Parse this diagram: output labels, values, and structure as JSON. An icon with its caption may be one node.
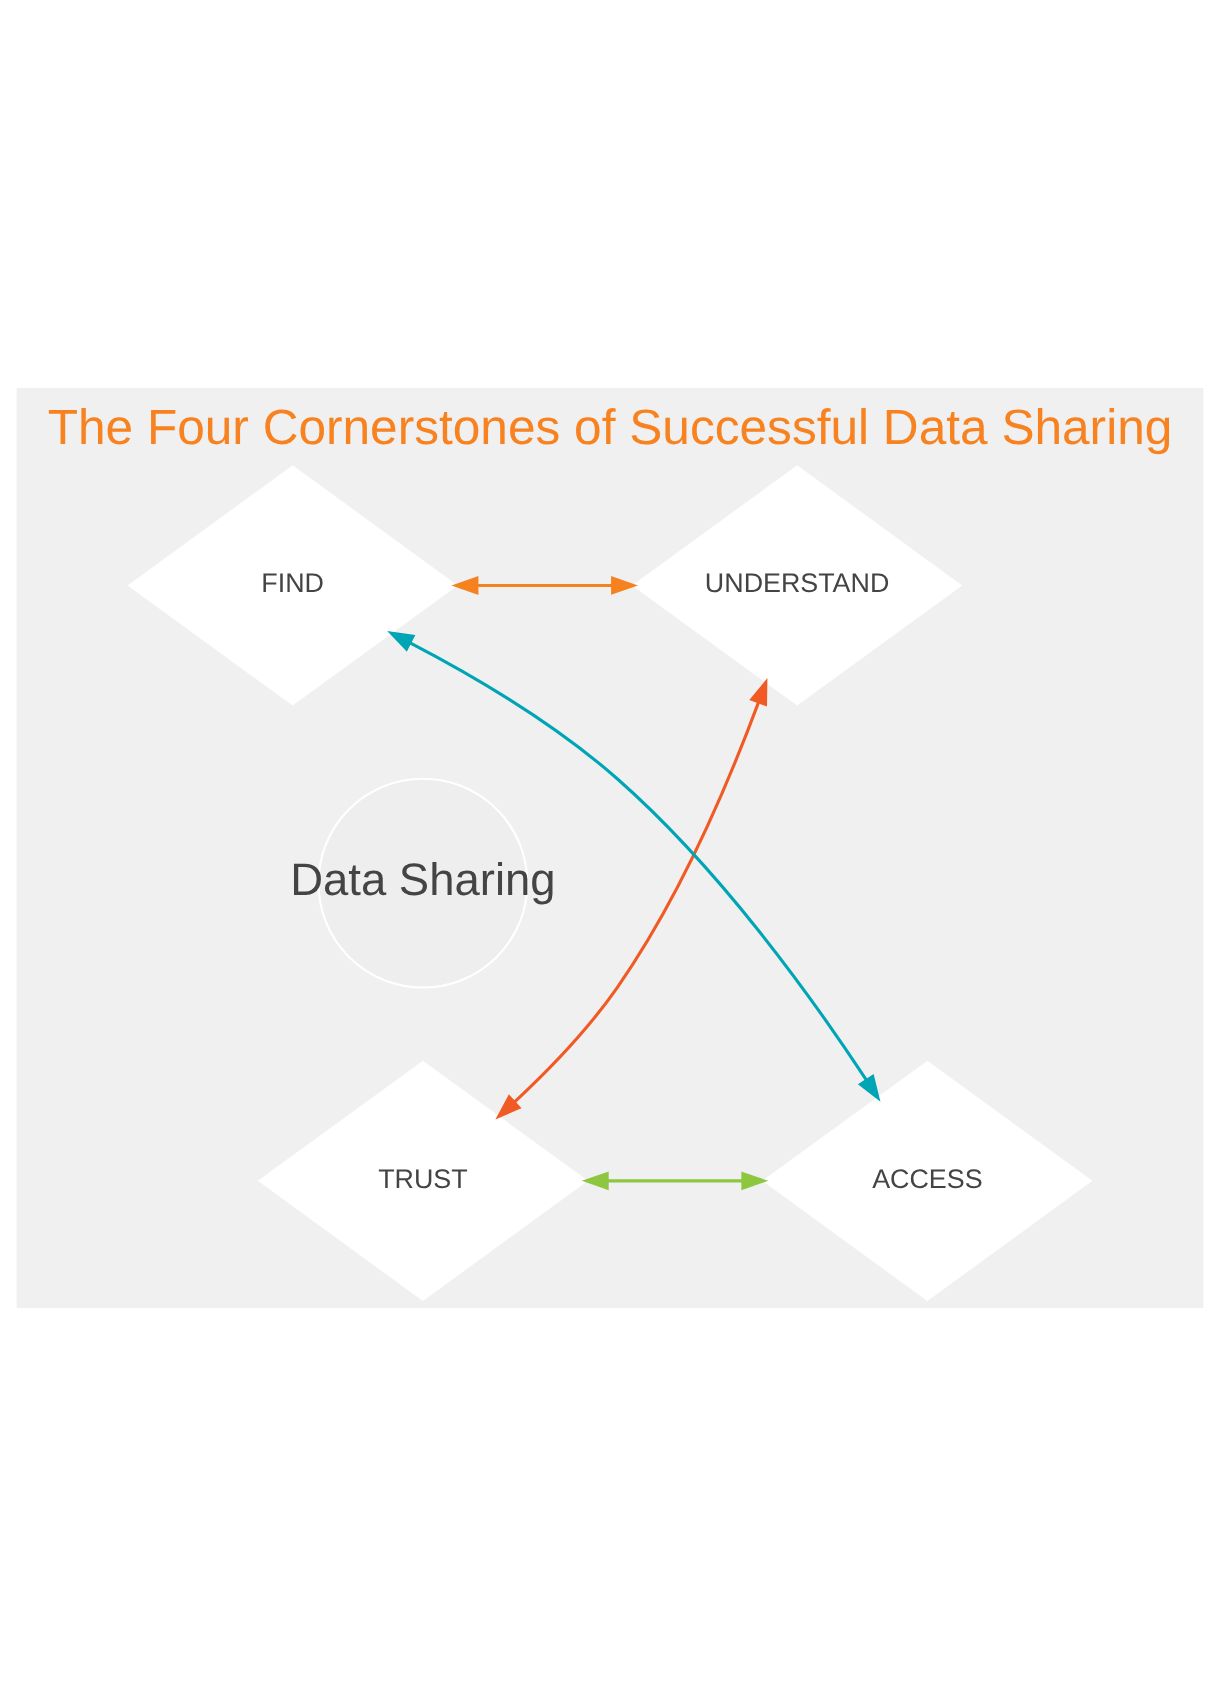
{
  "diagram": {
    "title": "The Four Cornerstones of Successful Data Sharing",
    "nodes": [
      {
        "text": [
          "Data Sharing"
        ]
      },
      {
        "text": [
          "FIND"
        ]
      },
      {
        "text": [
          "UNDERSTAND"
        ]
      },
      {
        "text": [
          "TRUST"
        ]
      },
      {
        "text": [
          "ACCESS"
        ]
      }
    ],
    "edges": [
      {
        "from": 1,
        "to": 2,
        "arrow": "both",
        "color": "#f5821f"
      },
      {
        "from": 2,
        "to": 3,
        "arrow": "both",
        "color": "#f15a24"
      },
      {
        "from": 3,
        "to": 4,
        "arrow": "both",
        "color": "#8dc63f"
      },
      {
        "from": 4,
        "to": 1,
        "arrow": "both",
        "color": "#00a5b5"
      }
    ]
  }
}
